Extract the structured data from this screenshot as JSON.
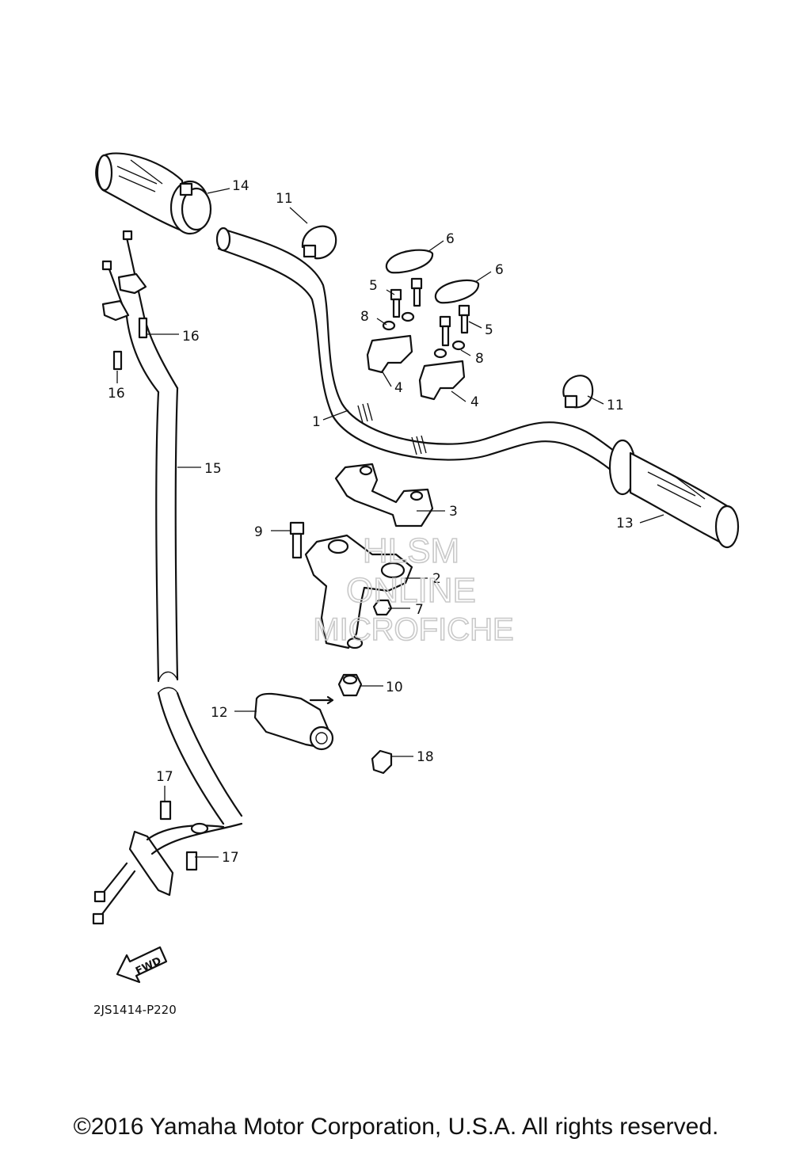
{
  "diagram": {
    "code": "2JS1414-P220",
    "fwd_label": "FWD",
    "watermark": [
      "HLSM",
      "ONLINE",
      "MICROFICHE"
    ],
    "callouts": [
      "1",
      "2",
      "3",
      "4",
      "4",
      "5",
      "5",
      "6",
      "6",
      "7",
      "8",
      "8",
      "9",
      "10",
      "11",
      "11",
      "12",
      "13",
      "14",
      "15",
      "16",
      "16",
      "17",
      "17",
      "18"
    ]
  },
  "footer": {
    "copyright": "©2016 Yamaha Motor Corporation, U.S.A. All rights reserved."
  }
}
